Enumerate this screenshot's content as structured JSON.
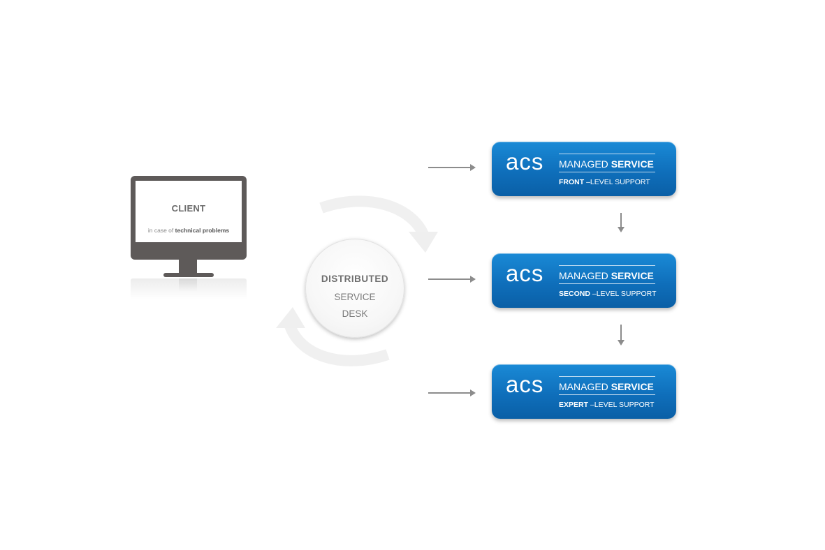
{
  "client": {
    "title": "CLIENT",
    "subtitle_prefix": "in case of",
    "subtitle_bold": "technical problems"
  },
  "service_desk": {
    "line1": "DISTRIBUTED",
    "line2": "SERVICE",
    "line3": "DESK"
  },
  "support_levels": [
    {
      "logo": "acs",
      "label_normal": "MANAGED",
      "label_bold": "SERVICE",
      "level_bold": "FRONT",
      "level_rest": "–LEVEL SUPPORT"
    },
    {
      "logo": "acs",
      "label_normal": "MANAGED",
      "label_bold": "SERVICE",
      "level_bold": "SECOND",
      "level_rest": "–LEVEL SUPPORT"
    },
    {
      "logo": "acs",
      "label_normal": "MANAGED",
      "label_bold": "SERVICE",
      "level_bold": "EXPERT",
      "level_rest": "–LEVEL SUPPORT"
    }
  ],
  "colors": {
    "box_blue": "#0f6fbb",
    "monitor_gray": "#5e5a59",
    "arrow_gray": "#8c8c8c"
  }
}
